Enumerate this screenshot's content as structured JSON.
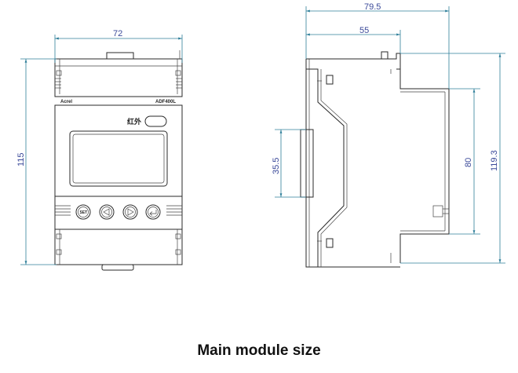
{
  "front_view": {
    "brand": "Acrel",
    "model": "ADF400L",
    "ir_label": "红外",
    "set_button": "SET",
    "width_dim": "72",
    "height_dim": "115"
  },
  "side_view": {
    "depth_dim": "79.5",
    "depth_inner_dim": "55",
    "rail_dim": "35.5",
    "middle_height_dim": "80",
    "total_height_dim": "119.3"
  },
  "caption": "Main module size",
  "colors": {
    "dimension_text": "#3b4a9a",
    "dimension_line": "#2f7f9a",
    "outline": "#2a2a2a"
  }
}
